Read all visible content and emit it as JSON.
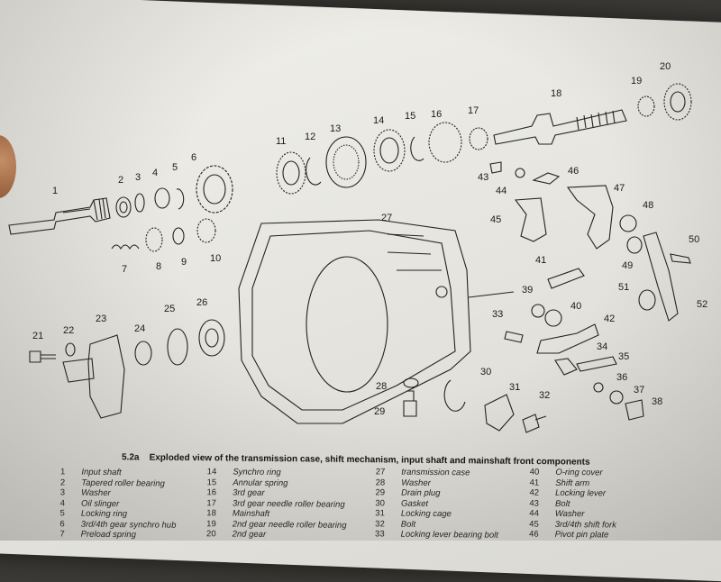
{
  "figure": {
    "caption_id": "5.2a",
    "caption_text": "Exploded view of the transmission case, shift mechanism, input shaft and mainshaft front components"
  },
  "part_numbers": {
    "p1": "1",
    "p2": "2",
    "p3": "3",
    "p4": "4",
    "p5": "5",
    "p6": "6",
    "p7": "7",
    "p8": "8",
    "p9": "9",
    "p10": "10",
    "p11": "11",
    "p12": "12",
    "p13": "13",
    "p14": "14",
    "p15": "15",
    "p16": "16",
    "p17": "17",
    "p18": "18",
    "p19": "19",
    "p20": "20",
    "p21": "21",
    "p22": "22",
    "p23": "23",
    "p24": "24",
    "p25": "25",
    "p26": "26",
    "p27": "27",
    "p28": "28",
    "p29": "29",
    "p30": "30",
    "p31": "31",
    "p32": "32",
    "p33": "33",
    "p34": "34",
    "p35": "35",
    "p36": "36",
    "p37": "37",
    "p38": "38",
    "p39": "39",
    "p40": "40",
    "p41": "41",
    "p42": "42",
    "p43": "43",
    "p44": "44",
    "p45": "45",
    "p46": "46",
    "p47": "47",
    "p48": "48",
    "p49": "49",
    "p50": "50",
    "p51": "51",
    "p52": "52"
  },
  "legend": {
    "col1": [
      {
        "n": "1",
        "t": "Input shaft"
      },
      {
        "n": "2",
        "t": "Tapered roller bearing"
      },
      {
        "n": "3",
        "t": "Washer"
      },
      {
        "n": "4",
        "t": "Oil slinger"
      },
      {
        "n": "5",
        "t": "Locking ring"
      },
      {
        "n": "6",
        "t": "3rd/4th gear synchro hub"
      },
      {
        "n": "7",
        "t": "Preload spring"
      }
    ],
    "col2": [
      {
        "n": "14",
        "t": "Synchro ring"
      },
      {
        "n": "15",
        "t": "Annular spring"
      },
      {
        "n": "16",
        "t": "3rd gear"
      },
      {
        "n": "17",
        "t": "3rd gear needle roller bearing"
      },
      {
        "n": "18",
        "t": "Mainshaft"
      },
      {
        "n": "19",
        "t": "2nd gear needle roller bearing"
      },
      {
        "n": "20",
        "t": "2nd gear"
      }
    ],
    "col3": [
      {
        "n": "27",
        "t": "transmission case"
      },
      {
        "n": "28",
        "t": "Washer"
      },
      {
        "n": "29",
        "t": "Drain plug"
      },
      {
        "n": "30",
        "t": "Gasket"
      },
      {
        "n": "31",
        "t": "Locking cage"
      },
      {
        "n": "32",
        "t": "Bolt"
      },
      {
        "n": "33",
        "t": "Locking lever bearing bolt"
      }
    ],
    "col4": [
      {
        "n": "40",
        "t": "O-ring cover"
      },
      {
        "n": "41",
        "t": "Shift arm"
      },
      {
        "n": "42",
        "t": "Locking lever"
      },
      {
        "n": "43",
        "t": "Bolt"
      },
      {
        "n": "44",
        "t": "Washer"
      },
      {
        "n": "45",
        "t": "3rd/4th shift fork"
      },
      {
        "n": "46",
        "t": "Pivot pin plate"
      }
    ]
  },
  "colors": {
    "paper": "#ecebe5",
    "ink": "#1a1a1a",
    "background": "#3b3a36"
  }
}
